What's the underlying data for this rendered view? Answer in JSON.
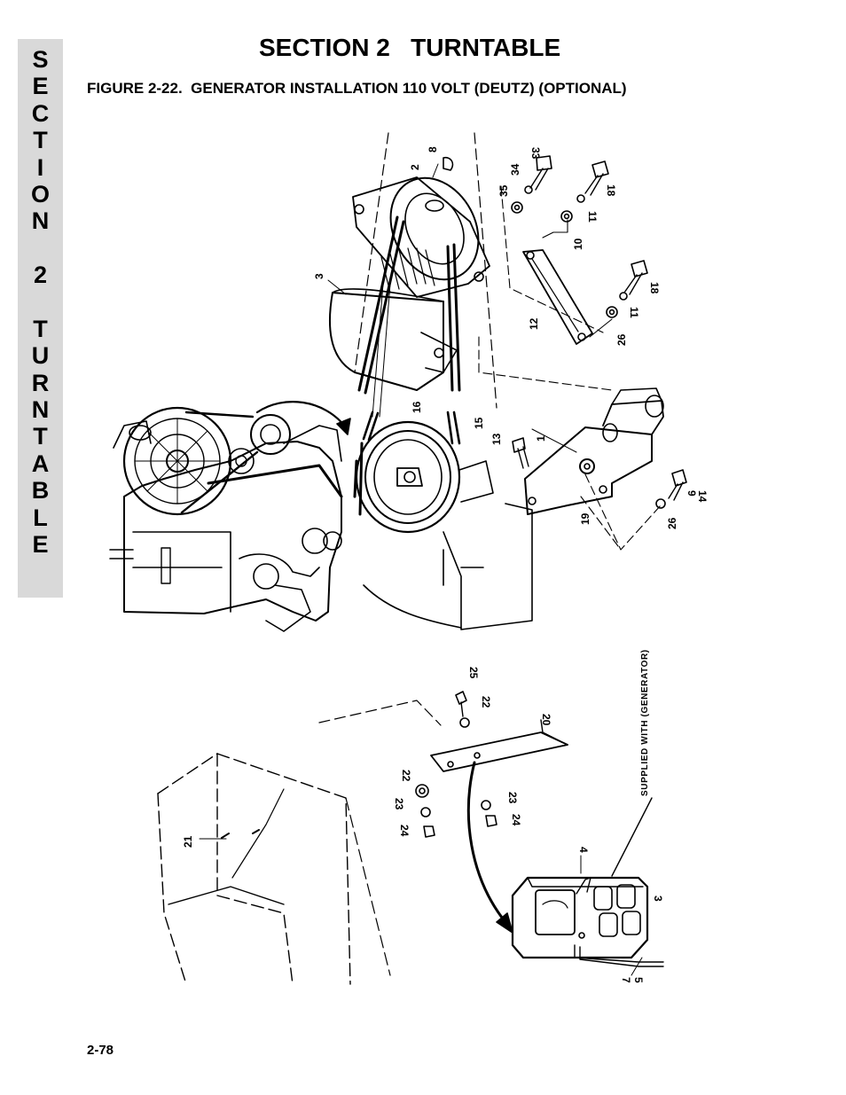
{
  "side_tab": {
    "letters": [
      "S",
      "E",
      "C",
      "T",
      "I",
      "O",
      "N",
      "",
      "2",
      "",
      "T",
      "U",
      "R",
      "N",
      "T",
      "A",
      "B",
      "L",
      "E"
    ]
  },
  "header": {
    "section_title": "SECTION 2   TURNTABLE",
    "figure_title": "FIGURE 2-22.  GENERATOR INSTALLATION 110 VOLT (DEUTZ) (OPTIONAL)"
  },
  "callouts": {
    "c8": "8",
    "c2": "2",
    "c3": "3",
    "c33": "33",
    "c34": "34",
    "c35": "35",
    "c18a": "18",
    "c11a": "11",
    "c10": "10",
    "c12": "12",
    "c26a": "26",
    "c11b": "11",
    "c18b": "18",
    "c16": "16",
    "c15": "15",
    "c13": "13",
    "c1": "1",
    "c19": "19",
    "c26b": "26",
    "c9": "9",
    "c14": "14",
    "c25": "25",
    "c22a": "22",
    "c20": "20",
    "c22b": "22",
    "c23a": "23",
    "c24a": "24",
    "c23b": "23",
    "c24b": "24",
    "c21": "21",
    "c4": "4",
    "c3b": "3",
    "c7": "7",
    "c5": "5"
  },
  "note": "SUPPLIED WITH (GENERATOR)",
  "footer": {
    "page_number": "2-78"
  }
}
